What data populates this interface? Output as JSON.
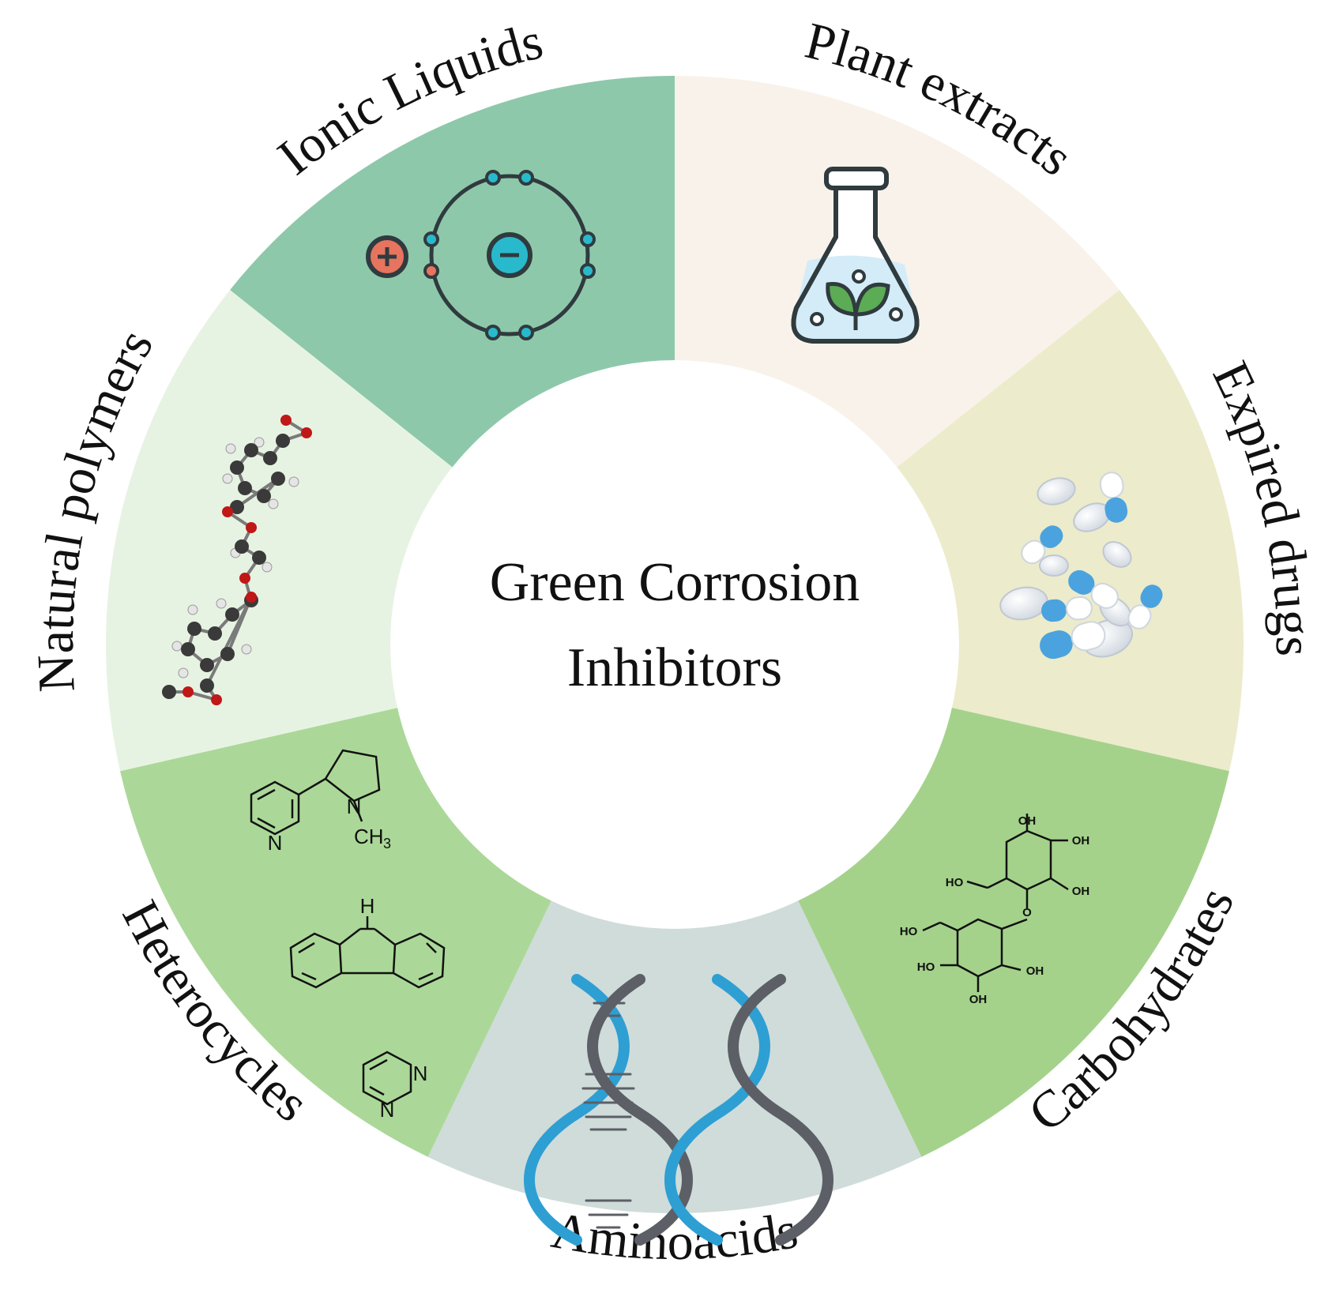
{
  "center": {
    "line1": "Green Corrosion",
    "line2": "Inhibitors"
  },
  "segments": [
    {
      "id": "ionic-liquids",
      "label": "Ionic Liquids",
      "color": "#8ec8ab",
      "icon": "ion-atom-icon"
    },
    {
      "id": "plant-extracts",
      "label": "Plant extracts",
      "color": "#f9f2ea",
      "icon": "flask-leaf-icon"
    },
    {
      "id": "expired-drugs",
      "label": "Expired drugs",
      "color": "#ecebcb",
      "icon": "pills-capsules-icon"
    },
    {
      "id": "carbohydrates",
      "label": "Carbohydrates",
      "color": "#a4d28b",
      "icon": "disaccharide-structure-icon"
    },
    {
      "id": "aminoacids",
      "label": "Aminoacids",
      "color": "#cfdcda",
      "icon": "dna-helix-icon"
    },
    {
      "id": "heterocycles",
      "label": "Heterocycles",
      "color": "#abd898",
      "icon": "heterocycle-structures-icon"
    },
    {
      "id": "natural-polymers",
      "label": "Natural polymers",
      "color": "#e7f3e2",
      "icon": "ball-stick-molecule-icon"
    }
  ],
  "chem_labels": {
    "oh": "OH",
    "ho": "HO",
    "n": "N",
    "h": "H",
    "ch": "CH",
    "three": "3"
  },
  "colors": {
    "cation": "#e7745f",
    "anion": "#29b9cc",
    "orbit": "#2f3b3e",
    "leaf": "#5cab55",
    "flask_liquid": "#d3ecf8",
    "capsule_blue": "#4aa3de",
    "helix_blue": "#2e9fd3",
    "helix_gray": "#5c5f66",
    "atom_carbon": "#3a3a3a",
    "atom_oxygen": "#c01717",
    "atom_hydrogen": "#e5e5e5"
  }
}
